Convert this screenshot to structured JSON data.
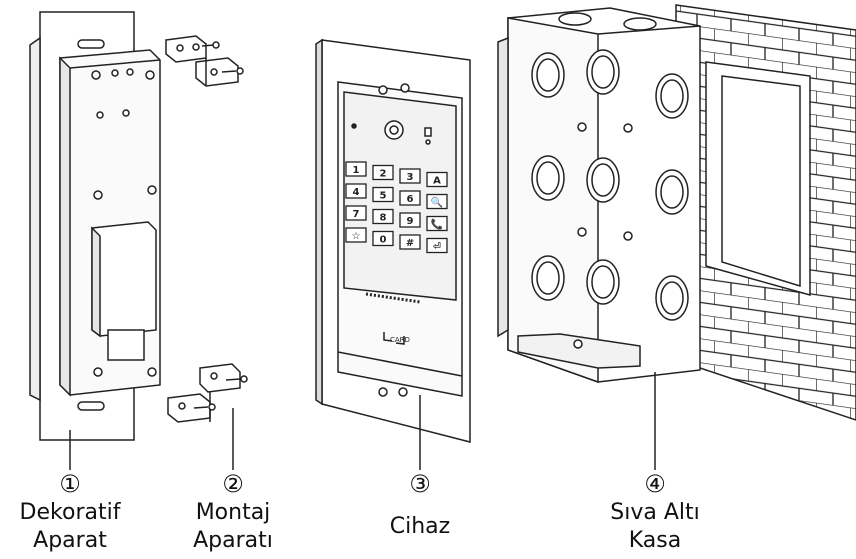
{
  "components": [
    {
      "number": "①",
      "name_line1": "Dekoratif",
      "name_line2": "Aparat"
    },
    {
      "number": "②",
      "name_line1": "Montaj",
      "name_line2": "Aparatı"
    },
    {
      "number": "③",
      "name_line1": "Cihaz",
      "name_line2": ""
    },
    {
      "number": "④",
      "name_line1": "Sıva Altı",
      "name_line2": "Kasa"
    }
  ],
  "keypad": {
    "keys": [
      "1",
      "2",
      "3",
      "A",
      "4",
      "5",
      "6",
      "🔍",
      "7",
      "8",
      "9",
      "📞",
      "☆",
      "0",
      "#",
      "⏎"
    ]
  },
  "card_reader_label": "CARD"
}
